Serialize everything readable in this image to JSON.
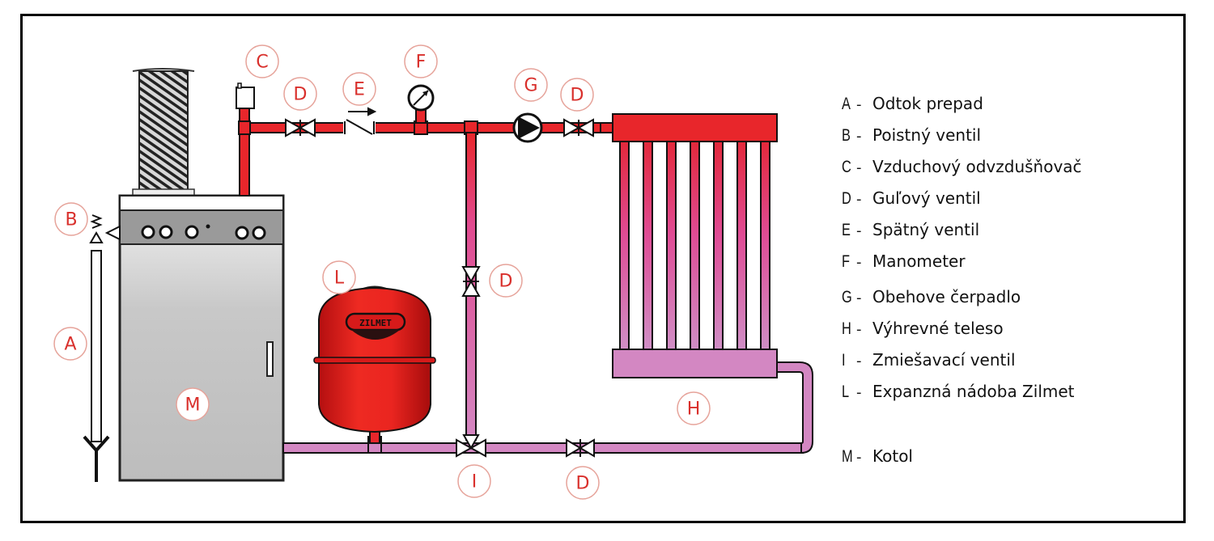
{
  "diagram": {
    "title": "Heating system schematic",
    "callouts": [
      {
        "id": "callout-a",
        "letter": "A"
      },
      {
        "id": "callout-b",
        "letter": "B"
      },
      {
        "id": "callout-c",
        "letter": "C"
      },
      {
        "id": "callout-d1",
        "letter": "D"
      },
      {
        "id": "callout-e",
        "letter": "E"
      },
      {
        "id": "callout-f",
        "letter": "F"
      },
      {
        "id": "callout-g",
        "letter": "G"
      },
      {
        "id": "callout-d2",
        "letter": "D"
      },
      {
        "id": "callout-d3",
        "letter": "D"
      },
      {
        "id": "callout-l",
        "letter": "L"
      },
      {
        "id": "callout-m",
        "letter": "M"
      },
      {
        "id": "callout-i",
        "letter": "I"
      },
      {
        "id": "callout-d4",
        "letter": "D"
      },
      {
        "id": "callout-h",
        "letter": "H"
      }
    ],
    "tank_brand": "ZILMET",
    "colors": {
      "hot_pipe": "#e8262b",
      "return_pipe": "#d387c2",
      "boiler_body": "#c9c9c9",
      "boiler_panel": "#9a9a9a",
      "callout_text": "#d9302c",
      "callout_ring": "#e6a39a",
      "outline": "#111111"
    }
  },
  "legend": {
    "items": [
      {
        "key": "A",
        "label": "Odtok prepad"
      },
      {
        "key": "B",
        "label": "Poistný ventil"
      },
      {
        "key": "C",
        "label": "Vzduchový odvzdušňovač"
      },
      {
        "key": "D",
        "label": "Guľový ventil"
      },
      {
        "key": "E",
        "label": "Spätný ventil"
      },
      {
        "key": "F",
        "label": "Manometer"
      },
      {
        "key": "G",
        "label": "Obehove čerpadlo"
      },
      {
        "key": "H",
        "label": "Výhrevné teleso"
      },
      {
        "key": "I",
        "label": "Zmiešavací ventil"
      },
      {
        "key": "L",
        "label": "Expanzná nádoba Zilmet"
      },
      {
        "key": "M",
        "label": "Kotol"
      }
    ],
    "separator": "-"
  }
}
